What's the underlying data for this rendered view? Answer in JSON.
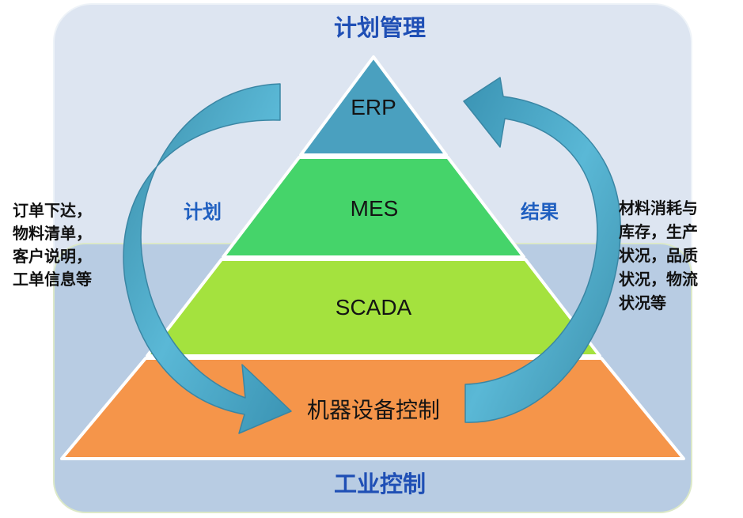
{
  "zones": {
    "top_label": "计划管理",
    "bottom_label": "工业控制"
  },
  "pyramid": {
    "layers": [
      {
        "label": "ERP",
        "color": "#4aa0bf"
      },
      {
        "label": "MES",
        "color": "#45d46a"
      },
      {
        "label": "SCADA",
        "color": "#a4e23e"
      },
      {
        "label": "机器设备控制",
        "color": "#f5954a"
      }
    ]
  },
  "flows": {
    "down": {
      "label": "计划",
      "color": "#4ba8c8"
    },
    "up": {
      "label": "结果",
      "color": "#4ba8c8"
    }
  },
  "notes": {
    "left": [
      "订单下达，",
      "物料清单，",
      "客户说明，",
      "工单信息等"
    ],
    "right": [
      "材料消耗与",
      "库存，生产",
      "状况，品质",
      "状况，物流",
      "状况等"
    ]
  },
  "colors": {
    "upper_zone": "#dde5f1",
    "lower_zone": "#b8cce3",
    "zone_text": "#1f4fb5",
    "arrow": "#4ba8c8"
  }
}
